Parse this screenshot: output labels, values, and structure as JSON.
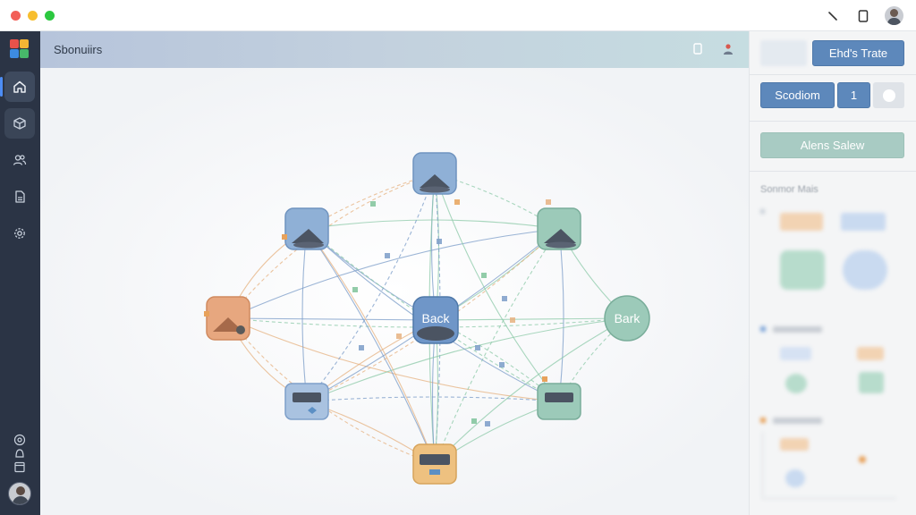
{
  "sidebar": {
    "nav_items": [
      "home",
      "files",
      "users",
      "document",
      "settings"
    ],
    "active_index": 0
  },
  "main": {
    "title": "Sbonuiirs"
  },
  "graph": {
    "center_label": "Back",
    "right_label": "Bark",
    "colors": {
      "blue_node": "#8fb0d6",
      "teal_node": "#9ccab9",
      "orange_node": "#e7a77f",
      "yellow_node": "#eec180",
      "edge_blue": "#7b9cc8",
      "edge_green": "#8cc9a8",
      "edge_orange": "#e6b180"
    }
  },
  "panel": {
    "top_button": "Ehd's Trate",
    "segment_button": "Scodiom",
    "segment_count": "1",
    "teal_button": "Alens Salew",
    "section_title": "Sonmor Mais"
  },
  "colors": {
    "accent": "#5d88bb",
    "sidebar_bg": "#2b3445",
    "teal": "#a8cbc3"
  }
}
